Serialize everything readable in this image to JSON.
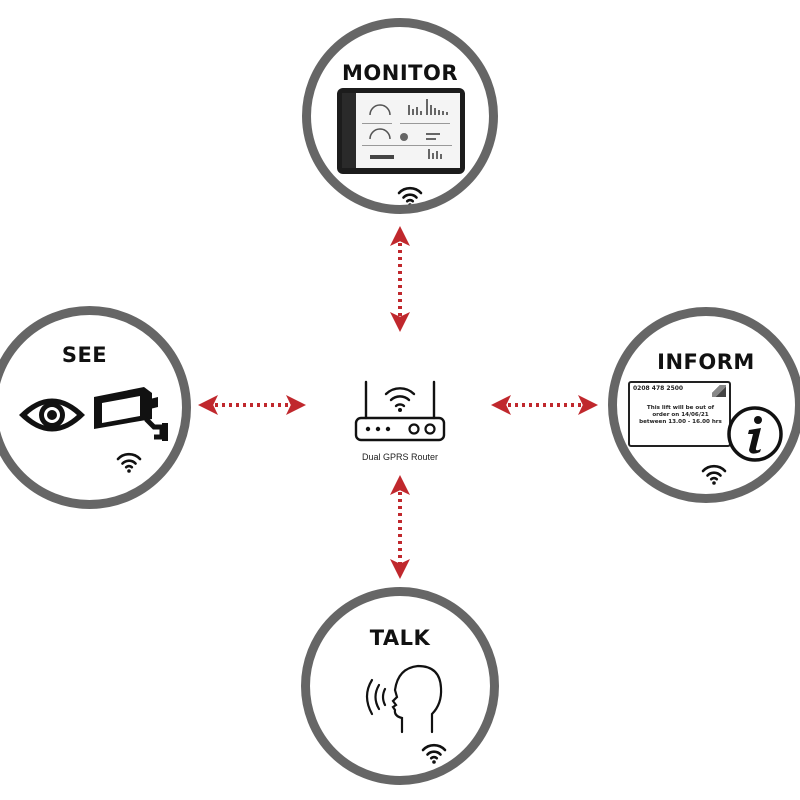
{
  "nodes": {
    "monitor": {
      "title": "MONITOR",
      "icon": "tablet-dashboard-icon"
    },
    "see": {
      "title": "SEE",
      "icon": "eye-and-cctv-camera-icon"
    },
    "inform": {
      "title": "INFORM",
      "icon": "info-display-icon",
      "display": {
        "phone": "0208 478 2500",
        "lines": [
          "This lift will be out of",
          "order on 14/06/21",
          "between 13.00 - 16.00 hrs"
        ]
      }
    },
    "talk": {
      "title": "TALK",
      "icon": "speaking-head-icon"
    }
  },
  "hub": {
    "label": "Dual GPRS Router",
    "icon": "router-icon"
  },
  "colors": {
    "ring": "#666666",
    "arrow": "#c0282d",
    "text": "#111111"
  }
}
